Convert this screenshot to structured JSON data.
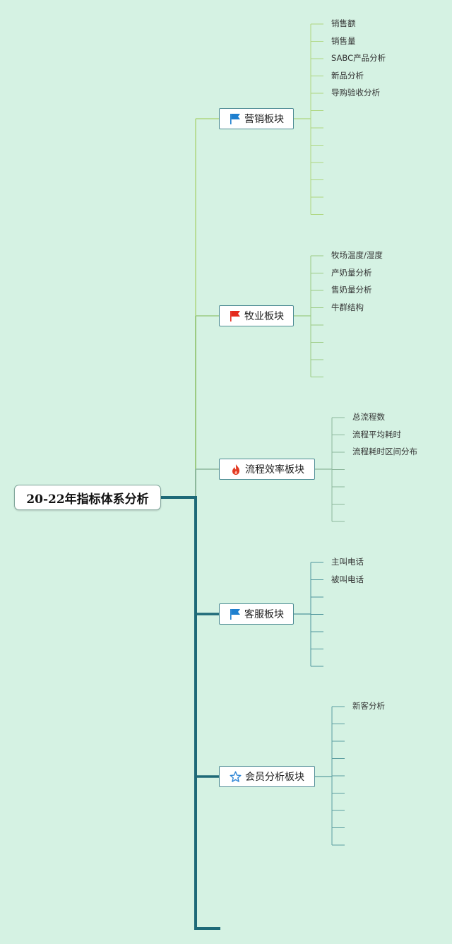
{
  "root": {
    "label": "20-22年指标体系分析"
  },
  "branches": [
    {
      "label": "营销板块",
      "icon": "blue-flag-icon",
      "color": "#aed67f",
      "items": [
        "销售额",
        "销售量",
        "SABC产品分析",
        "新品分析",
        "导购验收分析",
        "",
        "",
        "",
        "",
        "",
        "",
        ""
      ]
    },
    {
      "label": "牧业板块",
      "icon": "red-flag-icon",
      "color": "#9ccb83",
      "items": [
        "牧场温度/湿度",
        "产奶量分析",
        "售奶量分析",
        "牛群结构",
        "",
        "",
        "",
        ""
      ]
    },
    {
      "label": "流程效率板块",
      "icon": "fire-icon",
      "color": "#8db89c",
      "items": [
        "总流程数",
        "流程平均耗时",
        "流程耗时区间分布",
        "",
        "",
        "",
        ""
      ]
    },
    {
      "label": "客服板块",
      "icon": "blue-flag-icon",
      "color": "#4f969c",
      "items": [
        "主叫电话",
        "被叫电话",
        "",
        "",
        "",
        "",
        ""
      ]
    },
    {
      "label": "会员分析板块",
      "icon": "star-icon",
      "color": "#5c9ea0",
      "items": [
        "新客分析",
        "",
        "",
        "",
        "",
        "",
        "",
        "",
        ""
      ]
    }
  ],
  "colors": {
    "background": "#d5f2e3",
    "trunk": "#1e6a78",
    "blue_flag": "#1d7fcf",
    "red_flag": "#e42a1c",
    "fire": "#e23a22",
    "star": "#2f86d6"
  }
}
